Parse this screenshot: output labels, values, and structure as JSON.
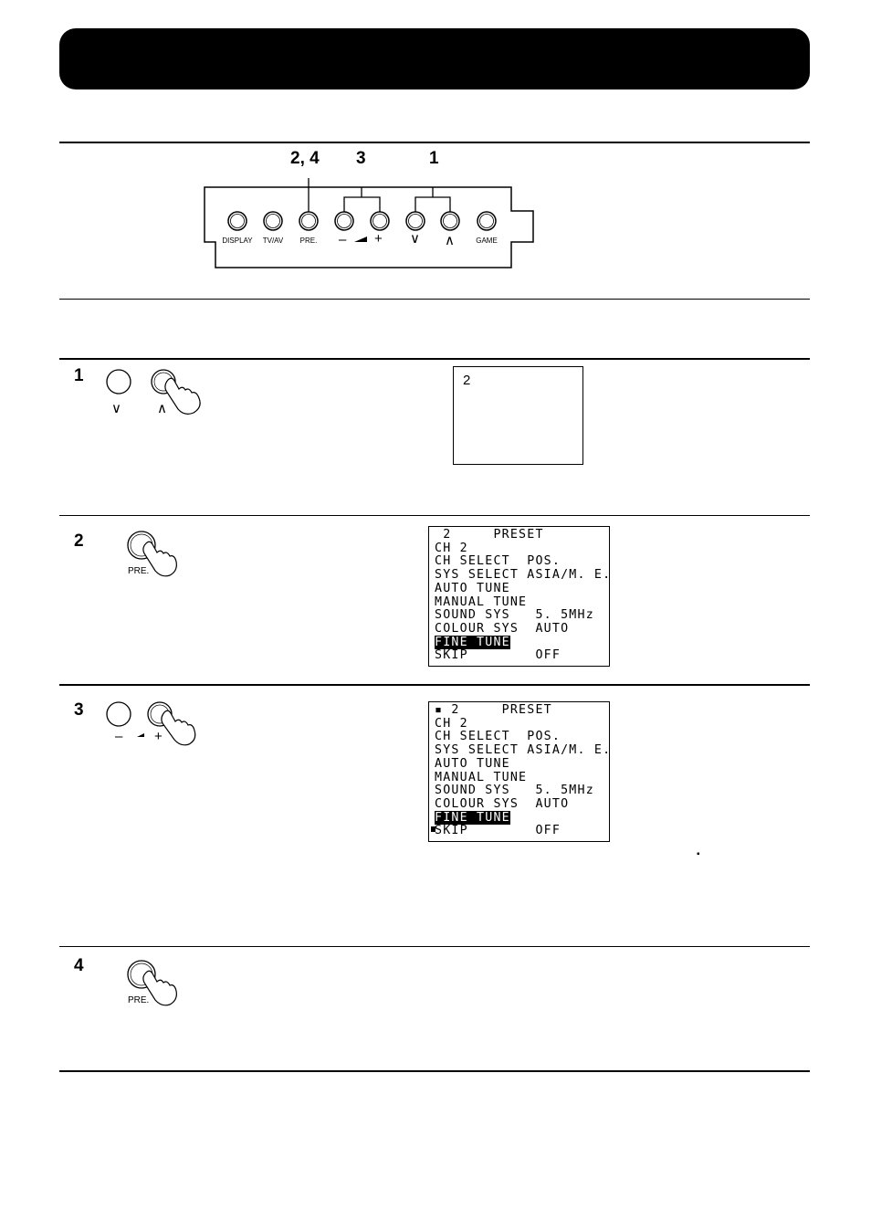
{
  "panel": {
    "callouts": [
      "2, 4",
      "3",
      "1"
    ],
    "buttons": [
      "DISPLAY",
      "TV/AV",
      "PRE.",
      "–",
      "+",
      "∨",
      "∧",
      "GAME"
    ]
  },
  "steps": [
    {
      "number": "1",
      "labels": [
        "∨",
        "∧"
      ],
      "screen": [
        "2"
      ]
    },
    {
      "number": "2",
      "labels": [
        "PRE."
      ],
      "screen": [
        " 2     PRESET",
        "CH 2",
        "CH SELECT  POS.",
        "SYS SELECT ASIA/M. E.",
        "AUTO TUNE",
        "MANUAL TUNE",
        "SOUND SYS   5. 5MHz",
        "COLOUR SYS  AUTO",
        "FINE TUNE",
        "SKIP        OFF"
      ],
      "highlight_index": 8
    },
    {
      "number": "3",
      "labels": [
        "–",
        "+"
      ],
      "screen": [
        "▪ 2     PRESET",
        "CH 2",
        "CH SELECT  POS.",
        "SYS SELECT ASIA/M. E.",
        "AUTO TUNE",
        "MANUAL TUNE",
        "SOUND SYS   5. 5MHz",
        "COLOUR SYS  AUTO",
        "FINE TUNE",
        "SKIP        OFF"
      ],
      "highlight_index": 8,
      "note_mark": "▪"
    },
    {
      "number": "4",
      "labels": [
        "PRE."
      ]
    }
  ]
}
